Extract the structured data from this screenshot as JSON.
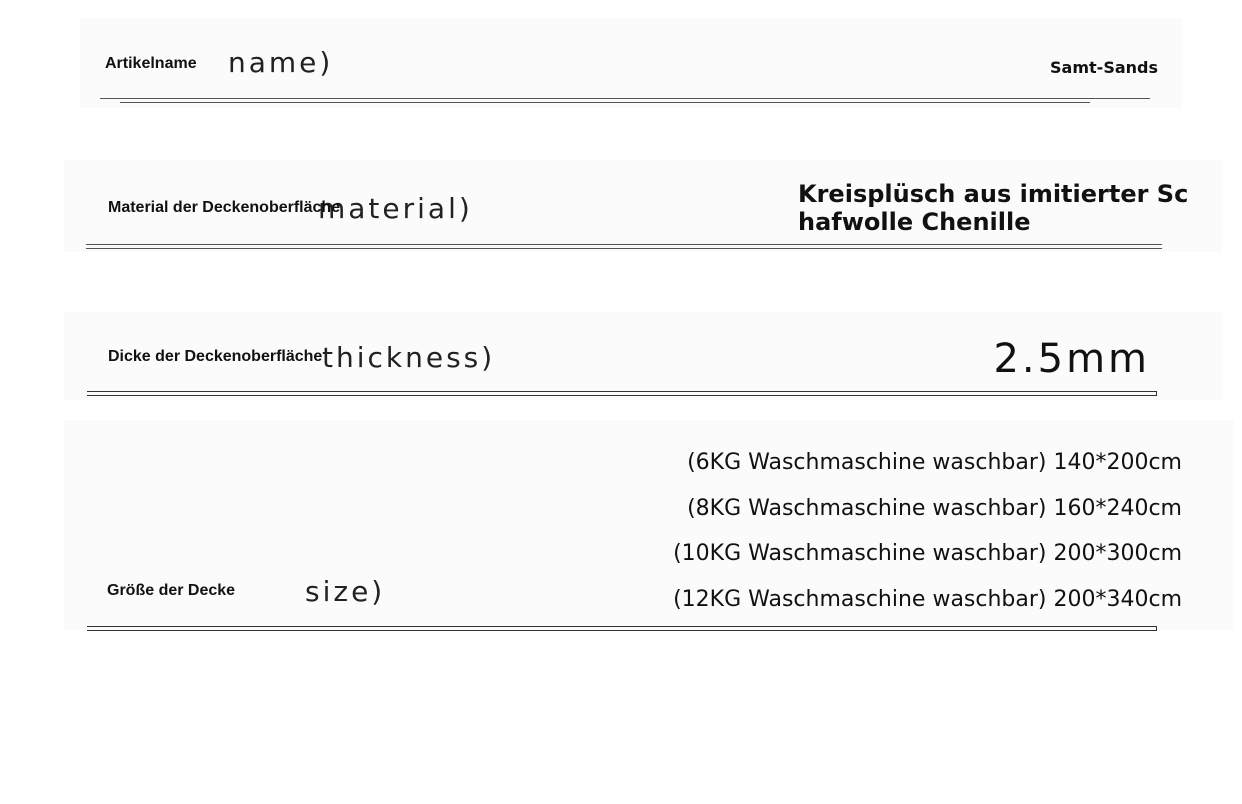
{
  "rows": {
    "name": {
      "label_de": "Artikelname",
      "label_en": "name)",
      "value": "Samt-Sands"
    },
    "material": {
      "label_de": "Material der Deckenoberfläche",
      "label_en": "material)",
      "value_line1": "Kreisplüsch aus imitierter Sc",
      "value_line2": "hafwolle Chenille"
    },
    "thickness": {
      "label_de": "Dicke der Deckenoberfläche",
      "label_en": "thickness)",
      "value": "2.5mm"
    },
    "size": {
      "label_de": "Größe der Decke",
      "label_en": "size)",
      "options": [
        "(6KG Waschmaschine waschbar) 140*200cm",
        "(8KG Waschmaschine waschbar) 160*240cm",
        "(10KG Waschmaschine waschbar) 200*300cm",
        "(12KG Waschmaschine waschbar) 200*340cm"
      ]
    }
  }
}
